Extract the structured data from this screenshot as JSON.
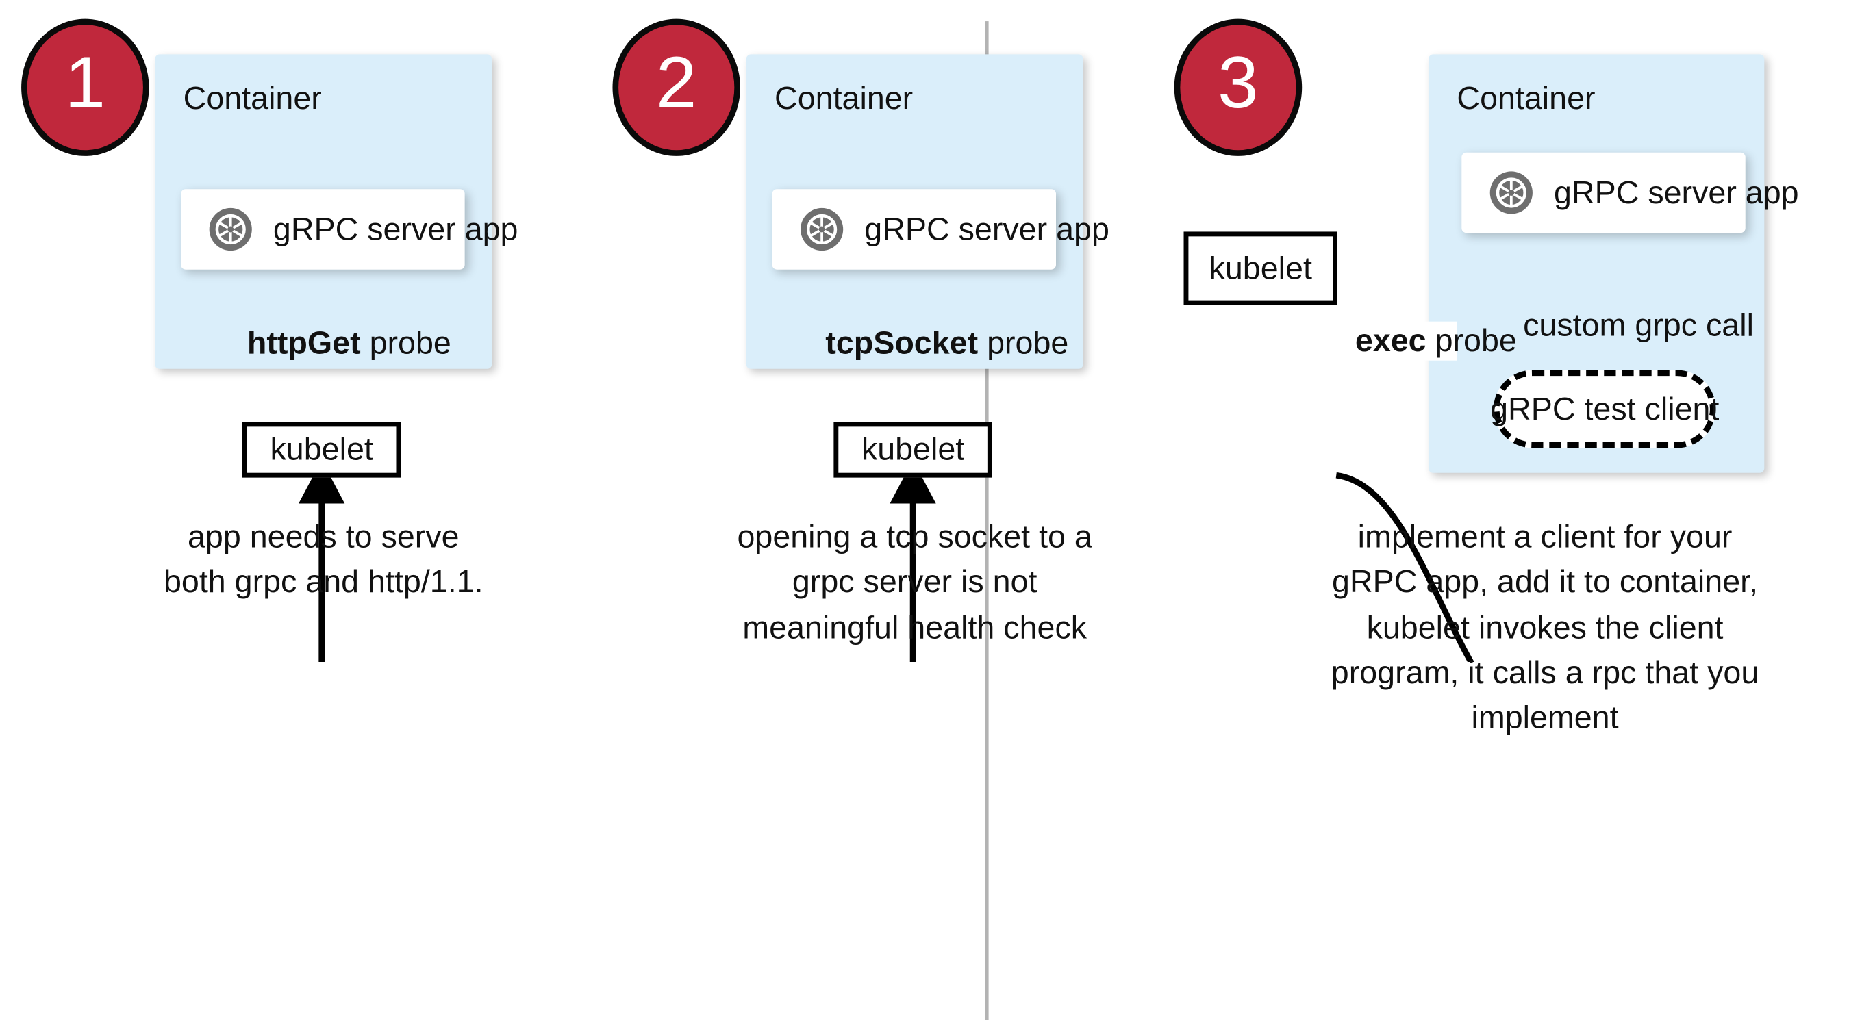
{
  "diagram": {
    "title": "gRPC health probe approaches in Kubernetes",
    "colors": {
      "badge_red": "#c0283c",
      "badge_outline": "#0a0a0a",
      "container_blue": "#daeefa",
      "card_white": "#ffffff",
      "stroke_black": "#000000",
      "divider_gray": "#b3b3b3",
      "icon_gray": "#6e6e6e"
    },
    "panels": [
      {
        "badge": "1",
        "container_label": "Container",
        "app_card": {
          "icon": "grpc-aperture-icon",
          "label": "gRPC server app"
        },
        "edges": [
          {
            "name": "probe-edge",
            "strong": "httpGet",
            "plain": " probe",
            "direction": "up",
            "style": "solid"
          }
        ],
        "kubelet_label": "kubelet",
        "caption": "app needs to serve both grpc and http/1.1."
      },
      {
        "badge": "2",
        "container_label": "Container",
        "app_card": {
          "icon": "grpc-aperture-icon",
          "label": "gRPC server app"
        },
        "edges": [
          {
            "name": "probe-edge",
            "strong": "tcpSocket",
            "plain": " probe",
            "direction": "up",
            "style": "solid"
          }
        ],
        "kubelet_label": "kubelet",
        "caption": "opening a tcp socket to a grpc server is not meaningful health check"
      },
      {
        "badge": "3",
        "container_label": "Container",
        "app_card": {
          "icon": "grpc-aperture-icon",
          "label": "gRPC server app"
        },
        "edges": [
          {
            "name": "exec-probe-edge",
            "strong": "exec",
            "plain": " probe",
            "direction": "curved-right",
            "style": "solid"
          },
          {
            "name": "grpc-call-edge",
            "strong": "",
            "plain": "custom grpc call",
            "direction": "up",
            "style": "solid"
          }
        ],
        "test_client_label": "gRPC test client",
        "kubelet_label": "kubelet",
        "caption": "implement a client for your gRPC app, add it to container, kubelet invokes the client program, it calls a rpc that you implement"
      }
    ]
  }
}
